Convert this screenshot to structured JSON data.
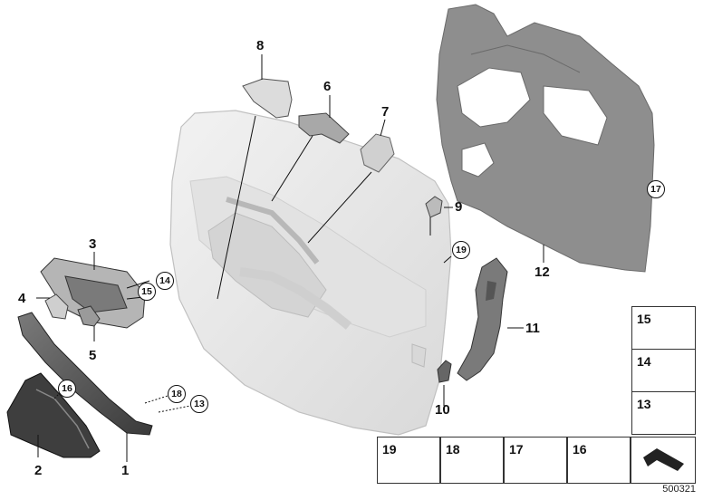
{
  "callouts": {
    "c1": "1",
    "c2": "2",
    "c3": "3",
    "c4": "4",
    "c5": "5",
    "c6": "6",
    "c7": "7",
    "c8": "8",
    "c9": "9",
    "c10": "10",
    "c11": "11",
    "c12": "12",
    "c13": "13",
    "c14": "14",
    "c15": "15",
    "c16": "16",
    "c17": "17",
    "c18": "18",
    "c19": "19"
  },
  "legend": {
    "l15": "15",
    "l14": "14",
    "l13": "13",
    "l19": "19",
    "l18": "18",
    "l17": "17",
    "l16": "16"
  },
  "reference_code": "500321",
  "colors": {
    "panel_fill": "#e6e6e6",
    "panel_stroke": "#c8c8c8",
    "liner_fill": "#8f8f8f",
    "dark_part": "#5a5a5a",
    "line": "#111111"
  }
}
